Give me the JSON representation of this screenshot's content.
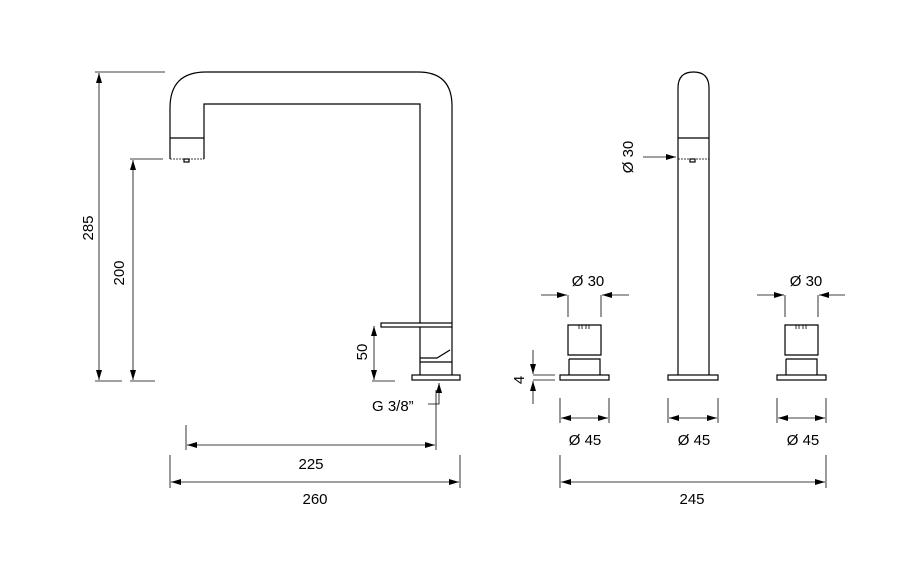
{
  "dimensions": {
    "total_height": "285",
    "spout_height": "200",
    "lever_height": "50",
    "thread": "G 3/8”",
    "reach": "225",
    "overall_width": "260",
    "spout_diameter": "Ø 30",
    "handle_left_diameter": "Ø 30",
    "handle_right_diameter": "Ø 30",
    "base_thickness": "4",
    "base_left_diameter": "Ø 45",
    "base_center_diameter": "Ø 45",
    "base_right_diameter": "Ø 45",
    "set_width": "245"
  }
}
